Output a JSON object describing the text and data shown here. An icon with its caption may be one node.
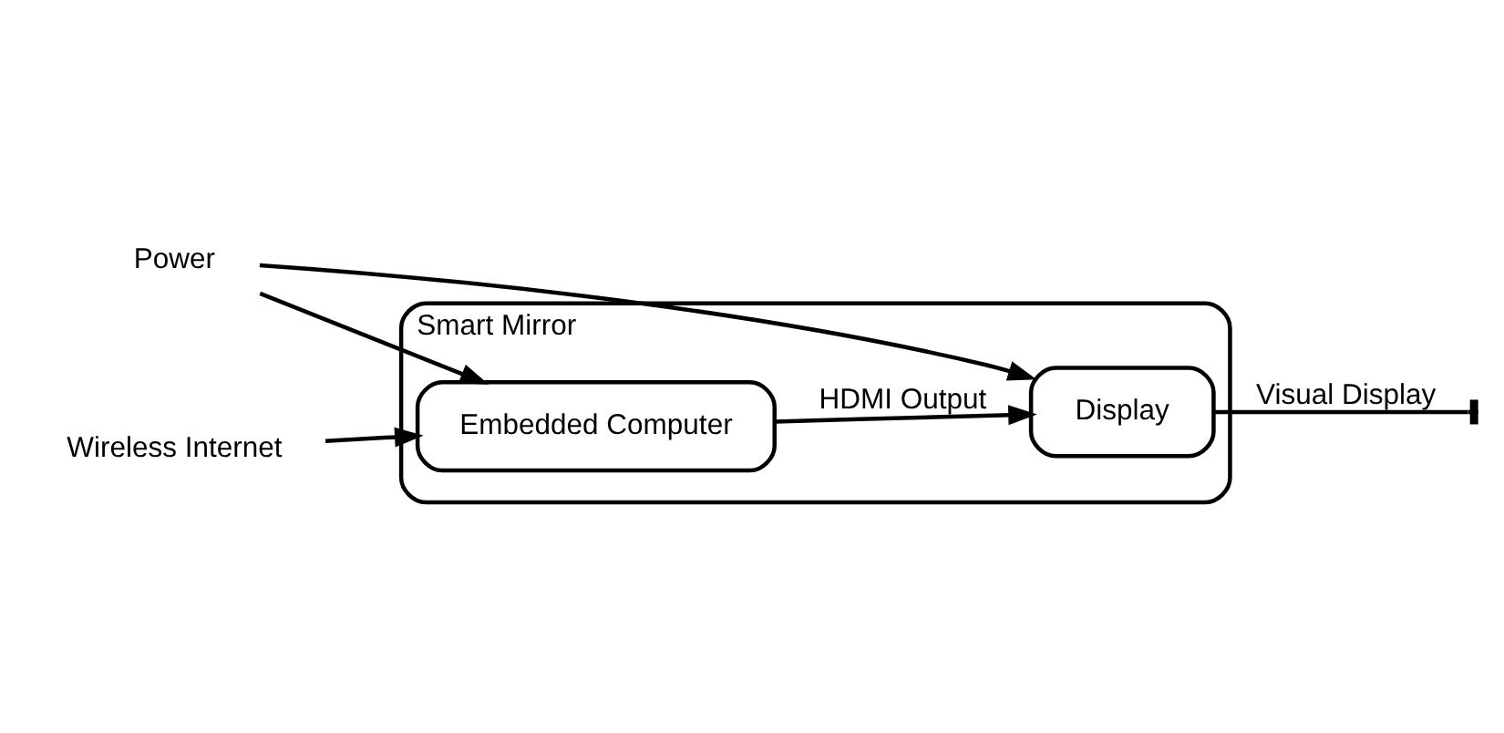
{
  "diagram": {
    "nodes": [
      {
        "text": [
          "Smart Mirror"
        ]
      },
      {
        "text": [
          "Embedded Computer"
        ],
        "in": 0
      },
      {
        "text": [
          "Display"
        ],
        "in": 0
      },
      {
        "text": [
          "Wireless Internet"
        ]
      },
      {
        "text": [
          "Power"
        ]
      }
    ],
    "edges": [
      {
        "from": 3,
        "to": 1,
        "arrow": "to"
      },
      {
        "from": 1,
        "to": 2,
        "label": "HDMI Output",
        "arrow": "to"
      },
      {
        "from": 2,
        "to": null,
        "label": "Visual Display",
        "arrow": "other"
      },
      {
        "from": 4,
        "to": 1,
        "arrow": "to"
      },
      {
        "from": 4,
        "to": 2,
        "arrow": "to"
      }
    ]
  }
}
